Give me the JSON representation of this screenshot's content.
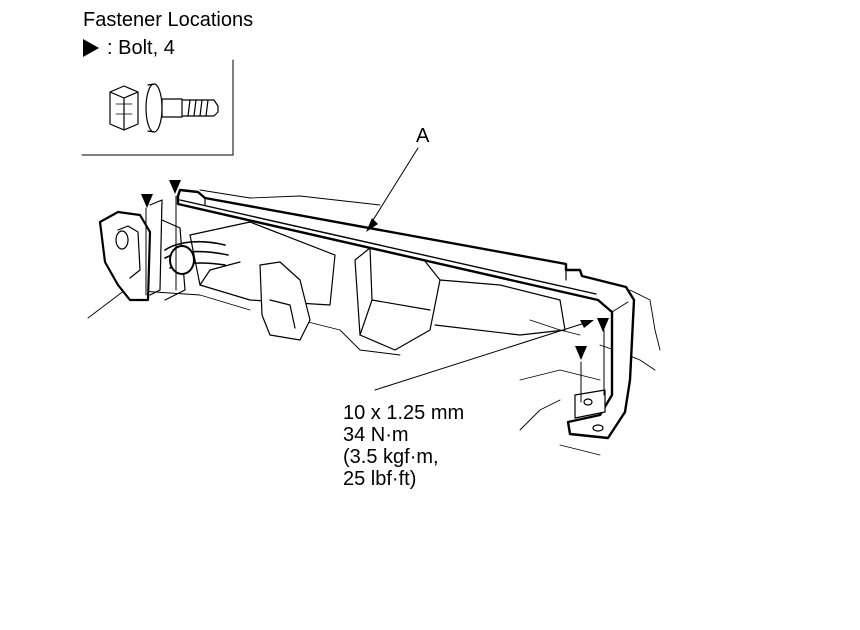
{
  "legend": {
    "title": "Fastener Locations",
    "bolt_label": ": Bolt, 4"
  },
  "callouts": {
    "part_a": "A"
  },
  "torque_spec": {
    "thread": "10 x 1.25 mm",
    "torque_nm": "34 N·m",
    "torque_kgf": "(3.5 kgf·m,",
    "torque_lbf": "25 lbf·ft)"
  }
}
